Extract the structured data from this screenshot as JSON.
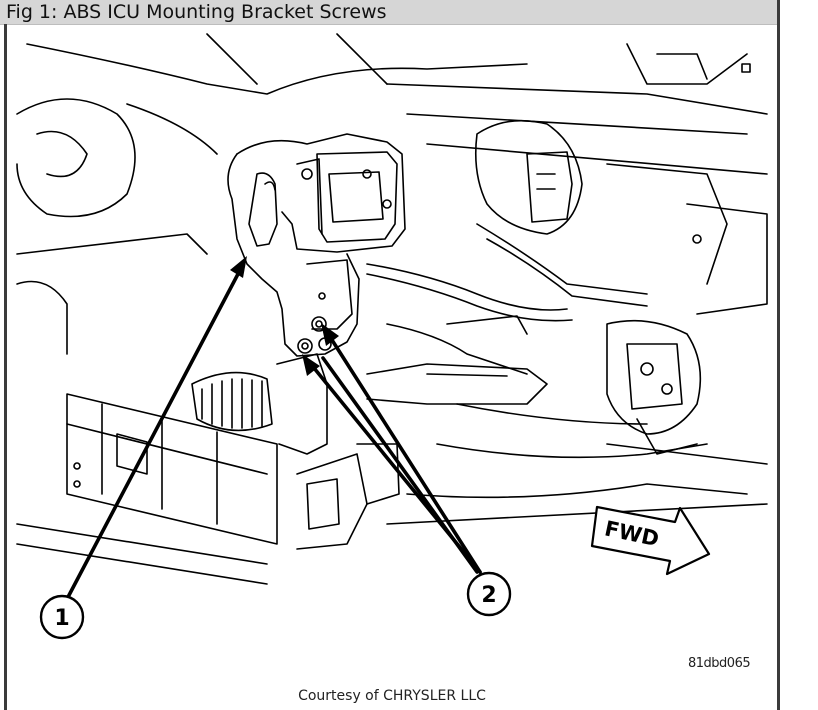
{
  "figure": {
    "caption": "Fig 1: ABS ICU Mounting Bracket Screws",
    "callouts": [
      "1",
      "2"
    ],
    "direction_label": "FWD",
    "figure_id": "81dbd065",
    "courtesy": "Courtesy of CHRYSLER LLC"
  },
  "colors": {
    "caption_bar": "#d6d6d6",
    "frame_border": "#3b3b3b",
    "line_art": "#000000"
  }
}
